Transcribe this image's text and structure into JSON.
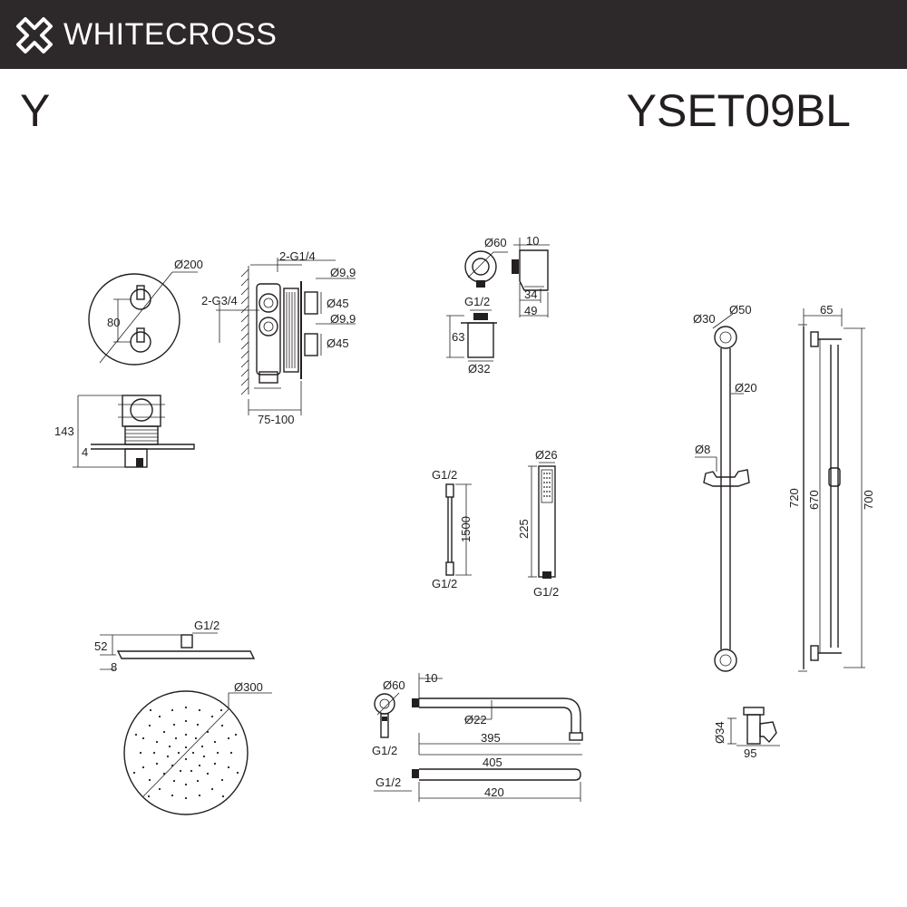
{
  "header": {
    "brand": "WHITECROSS",
    "logo_icon": "cross-x-logo-icon",
    "bar_color": "#2d2829",
    "text_color": "#ffffff"
  },
  "title": {
    "series": "Y",
    "model": "YSET09BL"
  },
  "mixer": {
    "dia": "Ø200",
    "spacing": "80",
    "depth": "143",
    "plate": "4",
    "inlet": "2-G1/4",
    "outlet": "2-G3/4",
    "knob_small_1": "Ø9,9",
    "knob_dia_1": "Ø45",
    "knob_small_2": "Ø9,9",
    "knob_dia_2": "Ø45",
    "install_depth": "75-100"
  },
  "wall_outlet": {
    "dia": "Ø60",
    "thread": "G1/2",
    "height": "63",
    "base_dia": "Ø32",
    "side_depth": "10",
    "side_small": "34",
    "side_width": "49"
  },
  "hose": {
    "thread_top": "G1/2",
    "length": "1500",
    "thread_bottom": "G1/2"
  },
  "hand_shower": {
    "dia": "Ø26",
    "length": "225",
    "thread": "G1/2"
  },
  "slide_bar": {
    "top_dia_small": "Ø30",
    "top_dia_big": "Ø50",
    "rod_dia": "Ø20",
    "holder_dia": "Ø8",
    "projection": "65",
    "total": "720",
    "center": "670",
    "rod": "700",
    "holder_dia_bottom": "Ø34",
    "holder_width": "95"
  },
  "rain_shower": {
    "thread": "G1/2",
    "height": "52",
    "thickness": "8",
    "dia": "Ø300"
  },
  "shower_arm": {
    "flange_dia": "Ø60",
    "flange_depth": "10",
    "pipe_dia": "Ø22",
    "thread": "G1/2",
    "length_1": "395",
    "length_2": "405",
    "thread_2": "G1/2",
    "length_3": "420"
  }
}
